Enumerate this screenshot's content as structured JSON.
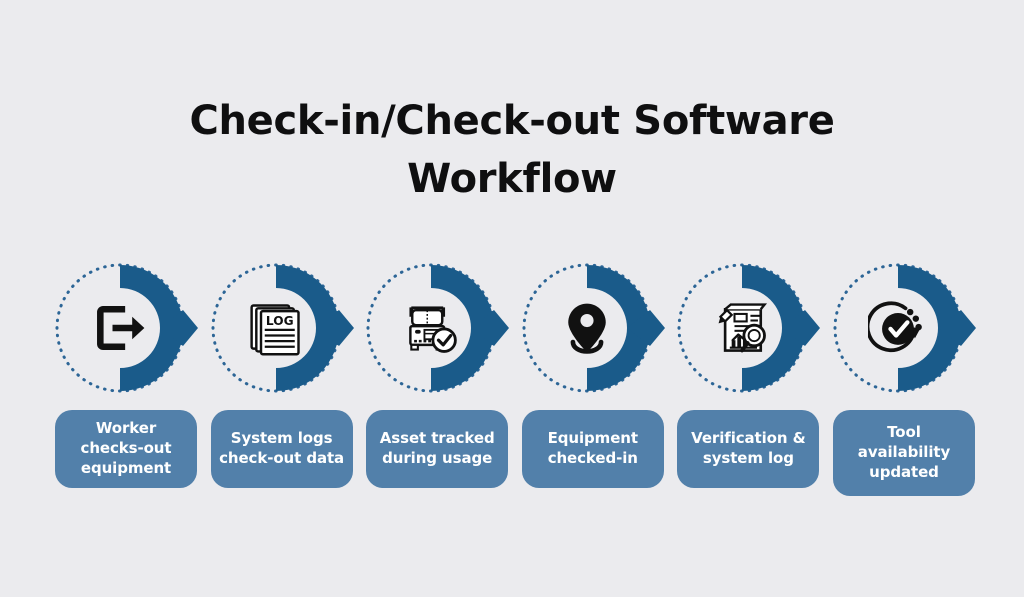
{
  "page": {
    "title": "Check-in/Check-out Software Workflow",
    "background_color": "#ebebee",
    "accent_blue": "#1a5b8a",
    "pill_color": "#5280aa",
    "icon_color": "#111111",
    "title_color": "#0f0f10"
  },
  "steps": [
    {
      "index": "1",
      "icon": "logout-arrow-icon",
      "label": "Worker checks-out equipment"
    },
    {
      "index": "2",
      "icon": "log-documents-icon",
      "label": "System logs check-out data"
    },
    {
      "index": "3",
      "icon": "truck-check-icon",
      "label": "Asset tracked during usage"
    },
    {
      "index": "4",
      "icon": "map-pin-icon",
      "label": "Equipment checked-in"
    },
    {
      "index": "5",
      "icon": "report-magnifier-icon",
      "label": "Verification & system log"
    },
    {
      "index": "6",
      "icon": "refresh-check-icon",
      "label": "Tool availability updated"
    }
  ]
}
